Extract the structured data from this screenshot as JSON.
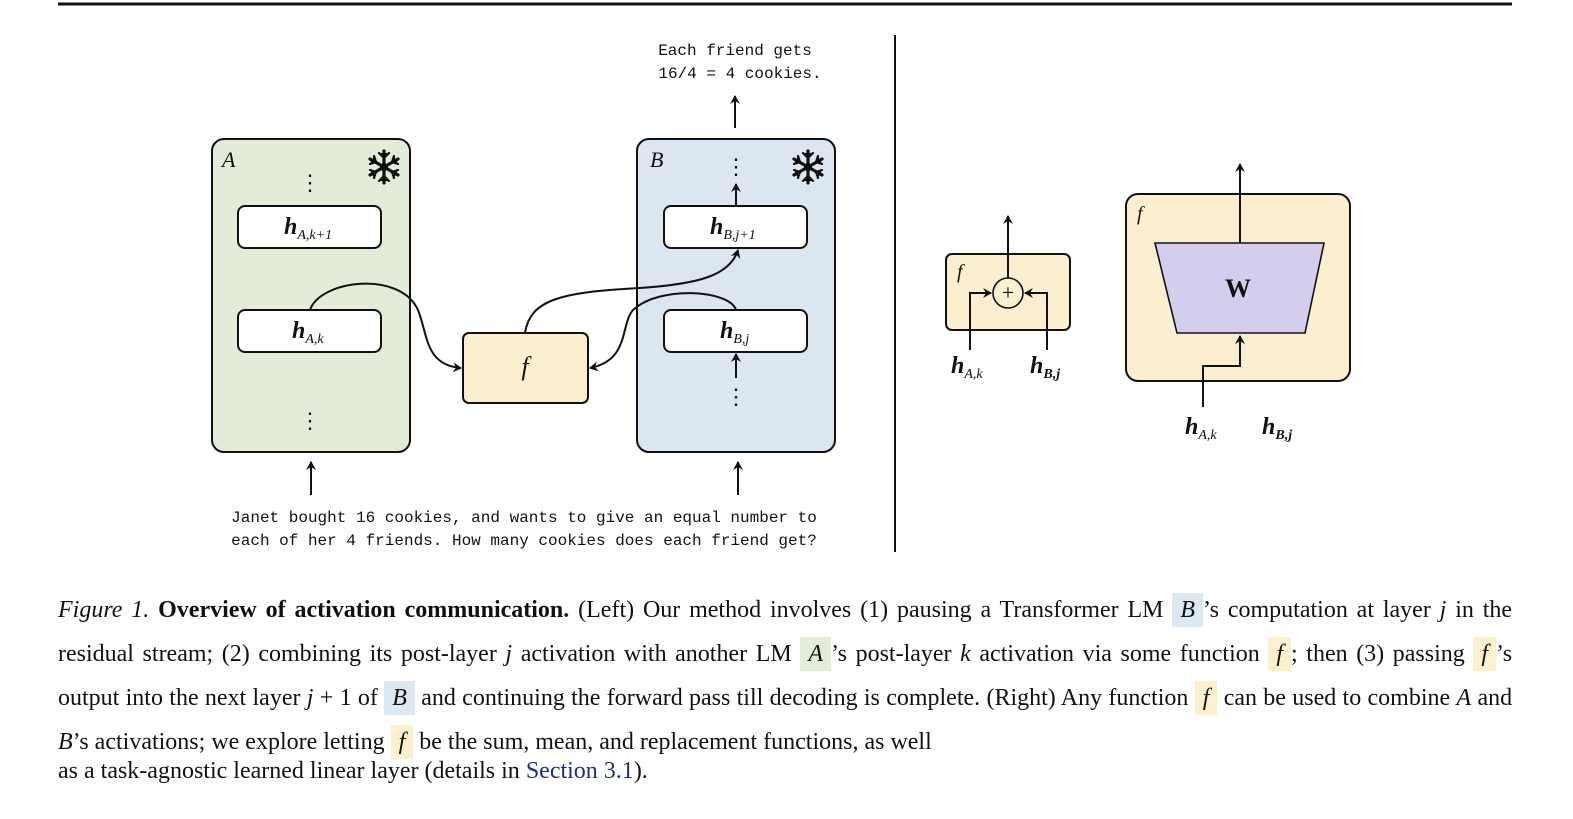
{
  "figure": {
    "left_panel": {
      "output_text": [
        "Each friend gets",
        "16/4 = 4 cookies."
      ],
      "input_text": [
        "Janet bought 16 cookies, and wants to give an equal number to",
        "each of her 4 friends. How many cookies does each friend get?"
      ],
      "model_a": {
        "label": "A",
        "frozen_icon": "snowflake-icon",
        "color": "#e3ecd9",
        "layers": [
          {
            "main": "h",
            "sub": "A,k+1"
          },
          {
            "main": "h",
            "sub": "A,k"
          }
        ],
        "ellipsis": "⋮"
      },
      "model_b": {
        "label": "B",
        "frozen_icon": "snowflake-icon",
        "color": "#dce6f1",
        "layers": [
          {
            "main": "h",
            "sub": "B,j+1"
          },
          {
            "main": "h",
            "sub": "B,j"
          }
        ],
        "ellipsis": "⋮"
      },
      "function_box": {
        "label": "f",
        "color": "#fcefcf"
      }
    },
    "right_panel": {
      "sum_diagram": {
        "box_label": "f",
        "operator": "+",
        "inputs": [
          {
            "main": "h",
            "sub": "A,k"
          },
          {
            "main": "h",
            "sub": "B,j"
          }
        ]
      },
      "linear_diagram": {
        "box_label": "f",
        "weight_label": "W",
        "weight_color": "#d5cdee",
        "inputs": [
          {
            "main": "h",
            "sub": "A,k"
          },
          {
            "main": "h",
            "sub": "B,j"
          }
        ]
      }
    }
  },
  "caption": {
    "lead": "Figure 1.",
    "title": "Overview of activation communication.",
    "segments": {
      "s1": "(Left) Our method involves (1) pausing a Transformer LM",
      "chipB1": "B",
      "s2": "’s computation at layer",
      "varj1": "j",
      "s3": "in the residual stream; (2) combining its post-layer",
      "varj2": "j",
      "s4": "activation with another LM",
      "chipA": "A",
      "s5": "’s post-layer",
      "vark": "k",
      "s6": "activation via some function",
      "chipF1": "f",
      "s7": ";",
      "s8": "then (3) passing",
      "chipF2": "f",
      "s9": "’s output into the next layer",
      "varj3": "j",
      "s10": "+ 1 of",
      "chipB2": "B",
      "s11": "and continuing the forward pass till decoding is complete. (Right) Any",
      "s12": "function",
      "chipF3": "f",
      "s13": "can be used to combine",
      "varA": "A",
      "s14": "and",
      "varB": "B",
      "s15": "’s activations; we explore letting",
      "chipF4": "f",
      "s16": "be the sum, mean, and replacement functions, as well",
      "s17": "as a task-agnostic learned linear layer (details in",
      "link": "Section 3.1",
      "s18": ")."
    }
  }
}
